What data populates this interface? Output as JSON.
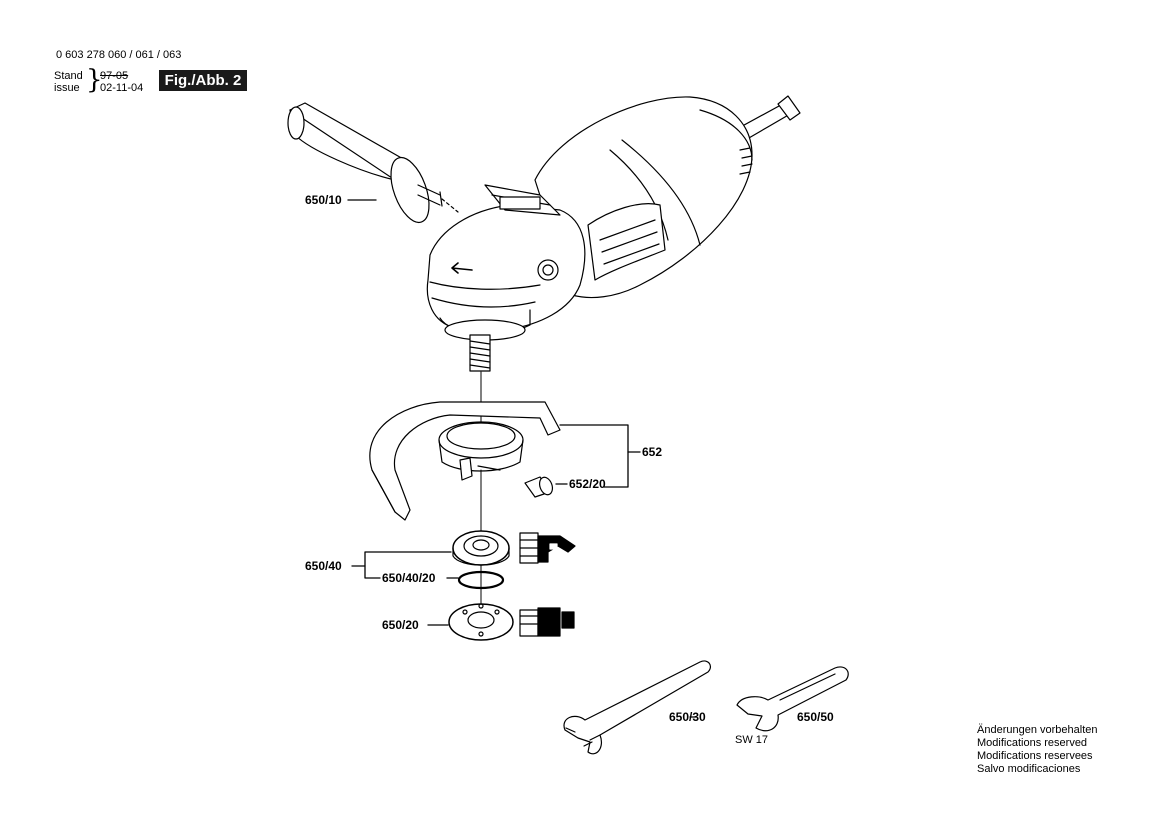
{
  "header": {
    "part_numbers": "0 603 278 060 / 061 / 063",
    "stand_label": "Stand",
    "issue_label": "issue",
    "stand_date": "97-05",
    "issue_date": "02-11-04",
    "figure_badge": "Fig./Abb. 2"
  },
  "callouts": {
    "handle": "650/10",
    "guard": "652",
    "guard_screw": "652/20",
    "flange_nut": "650/40",
    "o_ring": "650/40/20",
    "mounting_flange": "650/20",
    "pin_spanner": "650/30",
    "open_spanner": "650/50",
    "spanner_size": "SW 17"
  },
  "notice": [
    "Änderungen vorbehalten",
    "Modifications reserved",
    "Modifications reservees",
    "Salvo modificaciones"
  ]
}
